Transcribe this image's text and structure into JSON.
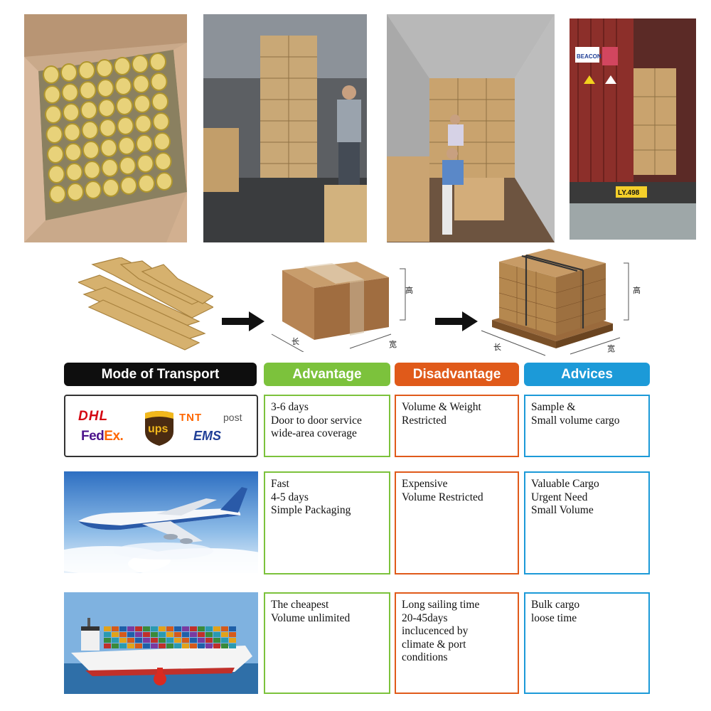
{
  "diagram": {
    "box_labels": {
      "height": "高",
      "length": "长",
      "width": "宽"
    },
    "pallet_labels": {
      "height": "高",
      "length": "长",
      "width": "宽"
    }
  },
  "table": {
    "headers": {
      "mode": "Mode of Transport",
      "advantage": "Advantage",
      "disadvantage": "Disadvantage",
      "advices": "Advices"
    },
    "rows": [
      {
        "mode": "express",
        "logos": {
          "dhl": "DHL",
          "fedex_fe": "Fed",
          "fedex_ex": "Ex.",
          "ups": "ups",
          "tnt": "TNT",
          "post": "post",
          "ems": "EMS"
        },
        "advantage": [
          "3-6 days",
          "Door to door service",
          "wide-area coverage"
        ],
        "disadvantage": [
          "Volume & Weight",
          "Restricted"
        ],
        "advices": [
          "Sample &",
          "Small volume cargo"
        ]
      },
      {
        "mode": "air",
        "advantage": [
          "Fast",
          "4-5 days",
          "Simple Packaging"
        ],
        "disadvantage": [
          "Expensive",
          "Volume Restricted"
        ],
        "advices": [
          "Valuable Cargo",
          "Urgent Need",
          "Small Volume"
        ]
      },
      {
        "mode": "sea",
        "advantage": [
          "The cheapest",
          "Volume unlimited"
        ],
        "disadvantage": [
          "Long sailing time",
          "20-45days",
          "inclucenced by",
          "climate & port",
          "conditions"
        ],
        "advices": [
          "Bulk cargo",
          "loose time"
        ]
      }
    ]
  },
  "photo_texts": {
    "container_brand": "BEACON",
    "plate": "LY.498"
  },
  "colors": {
    "advantage": "#7cc23c",
    "disadvantage": "#e05a1a",
    "advices": "#1c9ad8",
    "mode_header": "#0e0e0e"
  }
}
